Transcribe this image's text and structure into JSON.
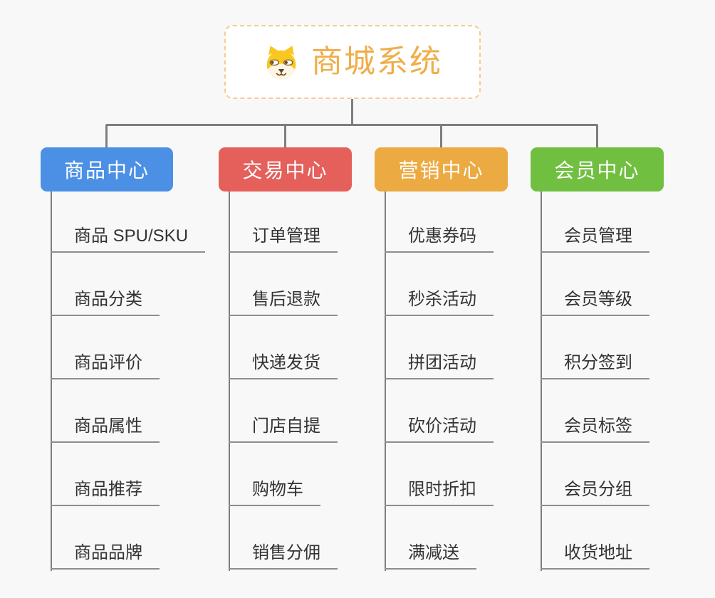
{
  "root": {
    "title": "商城系统",
    "icon": "dog-icon"
  },
  "branches": [
    {
      "label": "商品中心",
      "color": "#4b90e5",
      "items": [
        "商品 SPU/SKU",
        "商品分类",
        "商品评价",
        "商品属性",
        "商品推荐",
        "商品品牌"
      ]
    },
    {
      "label": "交易中心",
      "color": "#e55f5b",
      "items": [
        "订单管理",
        "售后退款",
        "快递发货",
        "门店自提",
        "购物车",
        "销售分佣"
      ]
    },
    {
      "label": "营销中心",
      "color": "#ebaa42",
      "items": [
        "优惠券码",
        "秒杀活动",
        "拼团活动",
        "砍价活动",
        "限时折扣",
        "满减送"
      ]
    },
    {
      "label": "会员中心",
      "color": "#70bf41",
      "items": [
        "会员管理",
        "会员等级",
        "积分签到",
        "会员标签",
        "会员分组",
        "收货地址"
      ]
    }
  ],
  "colors": {
    "background": "#f8f8f8",
    "root_text": "#efae4b",
    "root_border": "#f6cc8d",
    "connector": "#7e7e7e",
    "leaf_underline": "#8d8d8d",
    "leaf_text": "#333333"
  }
}
